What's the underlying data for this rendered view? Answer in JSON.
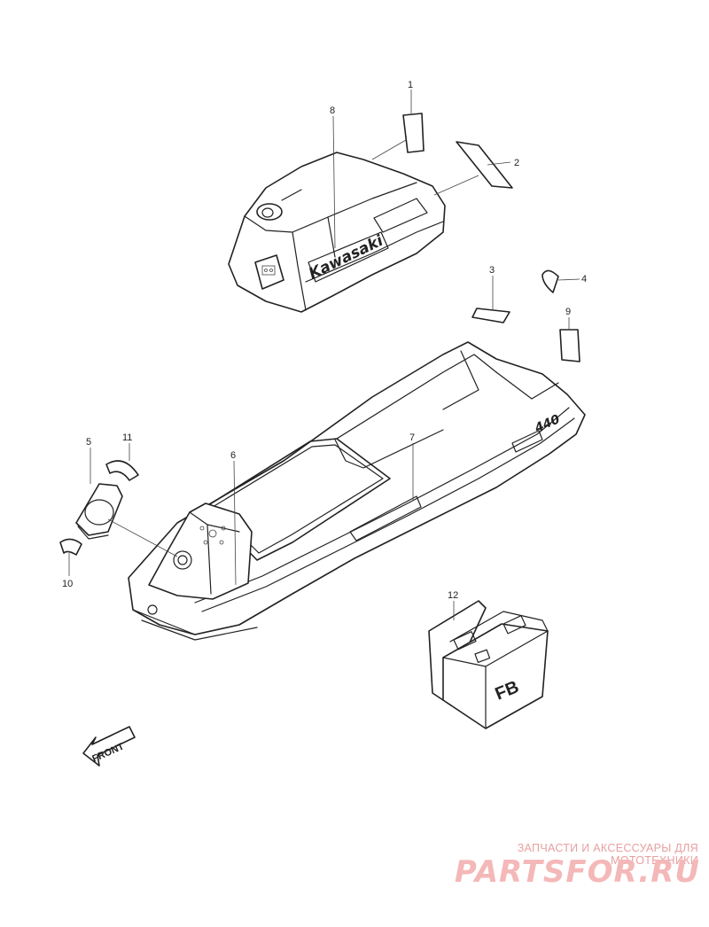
{
  "diagram": {
    "callouts": [
      "1",
      "2",
      "3",
      "4",
      "5",
      "6",
      "7",
      "8",
      "9",
      "10",
      "11",
      "12"
    ],
    "decal_text": {
      "brand": "Kawasaki",
      "model": "440",
      "battery": "FB",
      "direction": "FRONT"
    }
  },
  "watermark": {
    "tagline": "ЗАПЧАСТИ И АКСЕССУАРЫ ДЛЯ МОТОТЕХНИКИ",
    "logo": "PARTSFOR.RU",
    "color": "#f4b8b8"
  }
}
